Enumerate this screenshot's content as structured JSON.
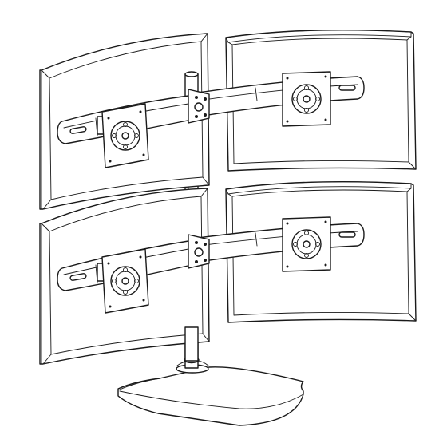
{
  "illustration": {
    "subject": "quad-monitor-stand",
    "colors": {
      "stroke": "#1a1a1a",
      "background": "#ffffff"
    },
    "monitors": [
      {
        "id": "top-left"
      },
      {
        "id": "top-right"
      },
      {
        "id": "bottom-left"
      },
      {
        "id": "bottom-right"
      }
    ]
  }
}
